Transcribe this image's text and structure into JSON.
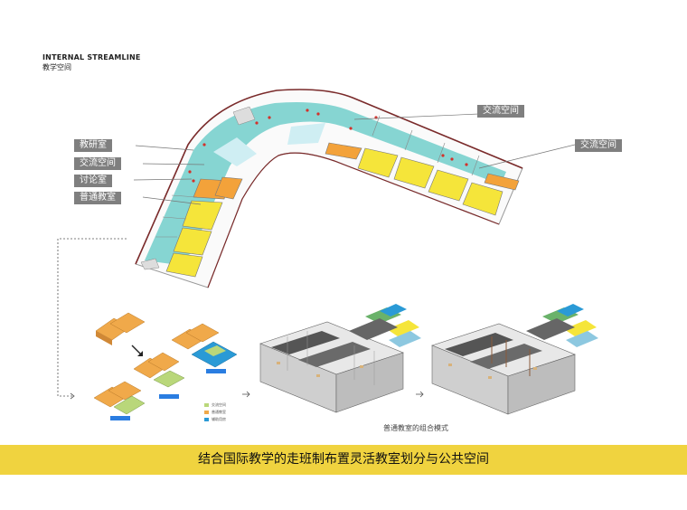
{
  "header": {
    "title_en": "INTERNAL STREAMLINE",
    "title_zh": "教学空间"
  },
  "labels": {
    "jiaoyan": "教研室",
    "jiaoliu_left": "交流空间",
    "taolun": "讨论室",
    "putong": "普通教室",
    "jiaoliu_top": "交流空间",
    "jiaoliu_right": "交流空间"
  },
  "legend": {
    "item1": "交流空间",
    "item2": "普通教室",
    "item3": "辅助用房"
  },
  "caption": "普通教室的组合模式",
  "banner": "结合国际教学的走班制布置灵活教室划分与公共空间",
  "colors": {
    "corridor": "#7fd3d0",
    "classroom": "#f5e53a",
    "office": "#f3a23a",
    "block_orange": "#f0a94a",
    "block_green": "#b9d77a",
    "block_blue": "#2a9ad6",
    "banner": "#f0d33f",
    "label_bg": "#7f7f7f"
  }
}
